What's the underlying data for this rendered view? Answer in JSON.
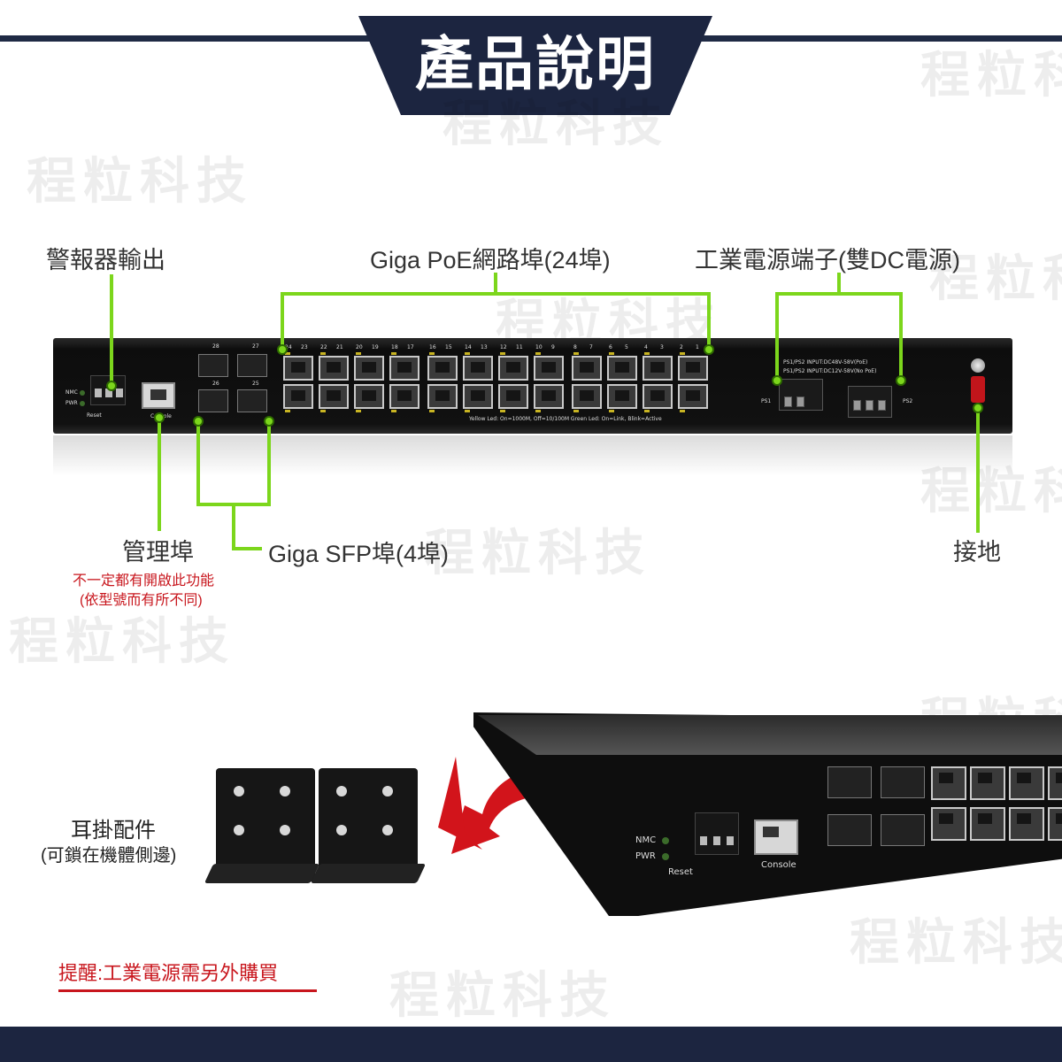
{
  "header": {
    "title": "產品說明"
  },
  "watermark": {
    "text": "程粒科技"
  },
  "callouts": {
    "alarm_output": "警報器輸出",
    "poe_ports": "Giga PoE網路埠(24埠)",
    "industrial_power": "工業電源端子(雙DC電源)",
    "management_port": "管理埠",
    "management_note_line1": "不一定都有開啟此功能",
    "management_note_line2": "(依型號而有所不同)",
    "sfp_ports": "Giga SFP埠(4埠)",
    "ground": "接地"
  },
  "panel": {
    "nmc_label": "NMC",
    "pwr_label": "PWR",
    "reset_label": "Reset",
    "console_label": "Console",
    "sfp_numbers": [
      "28",
      "27",
      "26",
      "25"
    ],
    "port_numbers_top": [
      "24",
      "23",
      "22",
      "21",
      "20",
      "19",
      "18",
      "17",
      "16",
      "15",
      "14",
      "13",
      "12",
      "11",
      "10",
      "9",
      "8",
      "7",
      "6",
      "5",
      "4",
      "3",
      "2",
      "1"
    ],
    "led_legend": "Yellow Led: On=1000M, Off=10/100M   Green Led: On=Link, Blink=Active",
    "ps_text_line1": "PS1/PS2 INPUT:DC48V-58V(PoE)",
    "ps_text_line2": "PS1/PS2 INPUT:DC12V-58V(No PoE)",
    "ps1_label": "PS1",
    "ps2_label": "PS2"
  },
  "accessory": {
    "title": "耳掛配件",
    "subtitle": "(可鎖在機體側邊)"
  },
  "reminder": "提醒:工業電源需另外購買",
  "colors": {
    "navy": "#1c2540",
    "callout_green": "#7cd61c",
    "alert_red": "#c8161d"
  }
}
